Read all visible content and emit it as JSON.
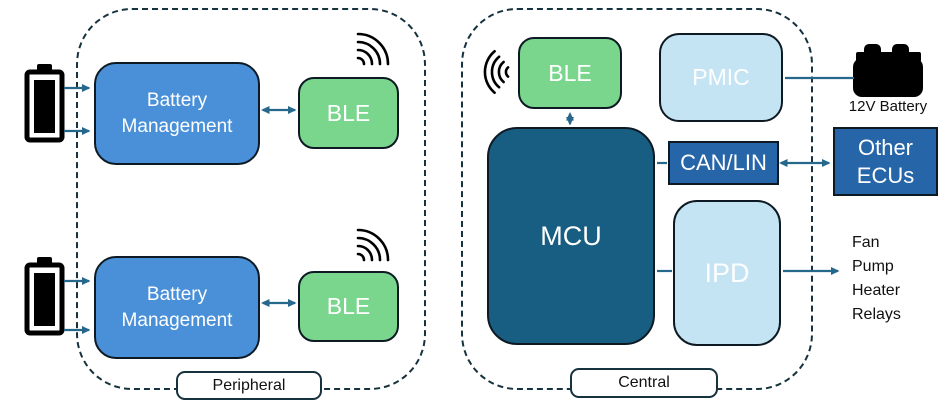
{
  "peripheral": {
    "label": "Peripheral",
    "rows": [
      {
        "battery_management": "Battery Management",
        "ble": "BLE"
      },
      {
        "battery_management": "Battery Management",
        "ble": "BLE"
      }
    ]
  },
  "central": {
    "label": "Central",
    "ble": "BLE",
    "pmic": "PMIC",
    "mcu": "MCU",
    "can_lin": "CAN/LIN",
    "ipd": "IPD"
  },
  "external": {
    "battery_12v": "12V Battery",
    "other_ecus": "Other ECUs",
    "loads": [
      "Fan",
      "Pump",
      "Heater",
      "Relays"
    ]
  },
  "icons": {
    "cell_battery": "battery-icon",
    "wireless": "wifi-signal-icon",
    "car_battery": "car-battery-icon"
  },
  "colors": {
    "box_blue": "#4A90D8",
    "box_green": "#79D68C",
    "box_teal": "#175E82",
    "box_light_blue": "#C5E4F3",
    "box_dark_blue": "#2565A8",
    "connector": "#26678C",
    "dash_border": "#16323E",
    "icon_black": "#000000"
  }
}
